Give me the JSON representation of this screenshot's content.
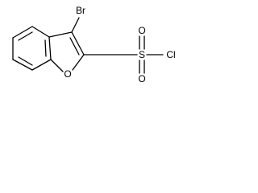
{
  "molecule": {
    "atom_labels": {
      "bromine": "Br",
      "ring_oxygen": "O",
      "sulfur": "S",
      "sulfonyl_oxygen_top": "O",
      "sulfonyl_oxygen_bottom": "O",
      "chlorine": "Cl"
    }
  }
}
